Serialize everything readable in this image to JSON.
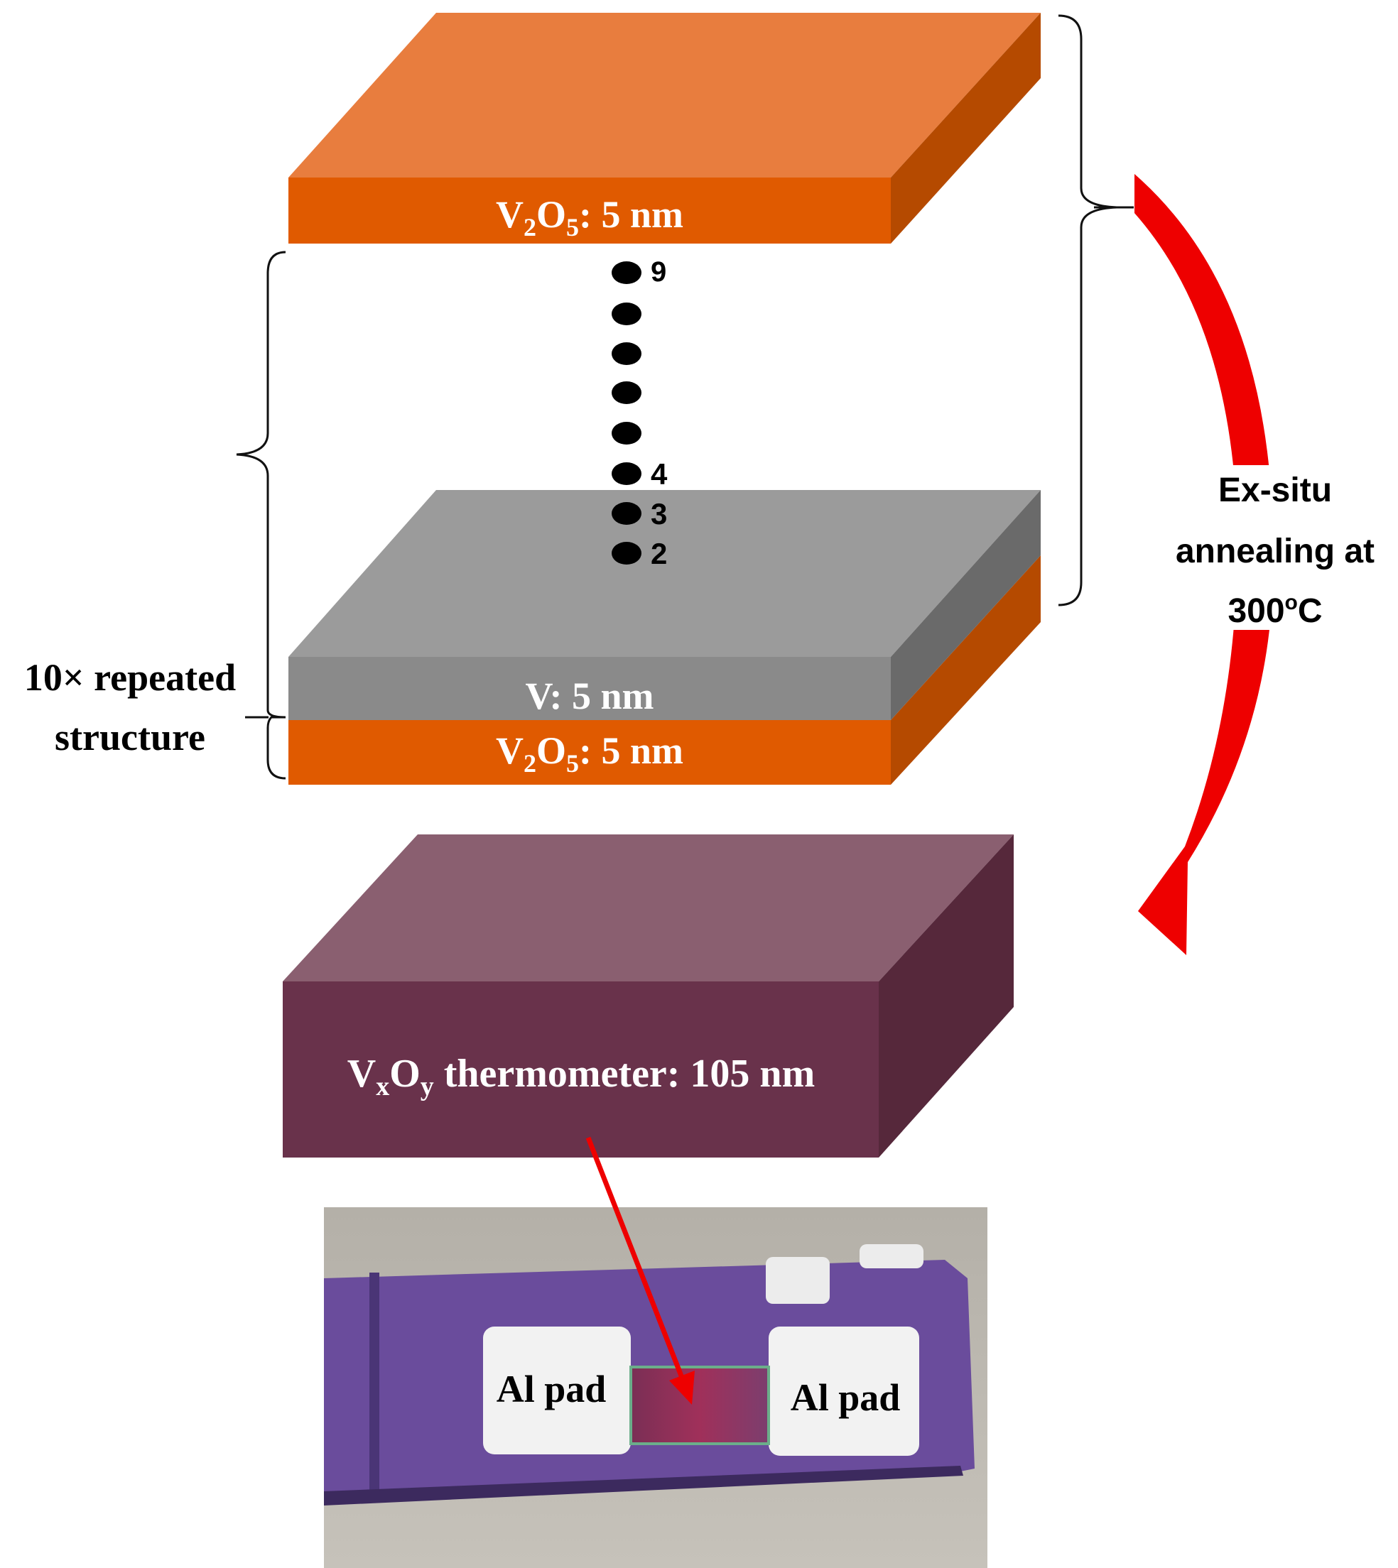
{
  "layers": {
    "top_v2o5": {
      "prefix": "V",
      "sub1": "2",
      "mid": "O",
      "sub2": "5",
      "suffix": ": 5 nm"
    },
    "v_layer": {
      "text": "V: 5 nm"
    },
    "bottom_v2o5": {
      "prefix": "V",
      "sub1": "2",
      "mid": "O",
      "sub2": "5",
      "suffix": ": 5 nm"
    },
    "thermometer": {
      "prefix": "V",
      "sub1": "x",
      "mid": "O",
      "sub2": "y",
      "suffix": " thermometer: 105 nm"
    }
  },
  "dots": {
    "labels": [
      "9",
      "4",
      "3",
      "2"
    ]
  },
  "repeat_label": {
    "line1": "10× repeated",
    "line2": "structure"
  },
  "annealing": {
    "line1": "Ex-situ",
    "line2": "annealing at",
    "line3_num": "300",
    "line3_sup": "o",
    "line3_unit": "C"
  },
  "photo": {
    "pad_left": "Al pad",
    "pad_right": "Al pad"
  },
  "colors": {
    "orange_front": "#E05A00",
    "orange_top": "#E87D3E",
    "orange_side": "#B54A00",
    "grey_top": "#9B9B9B",
    "grey_front": "#8A8A8A",
    "grey_side": "#6A6A6A",
    "purple_top": "#8A5F70",
    "purple_front": "#69324B",
    "purple_side": "#56283B",
    "arrow_red": "#EE0000",
    "substrate_purple": "#6A4C9C",
    "pad_white": "#F2F2F2"
  }
}
